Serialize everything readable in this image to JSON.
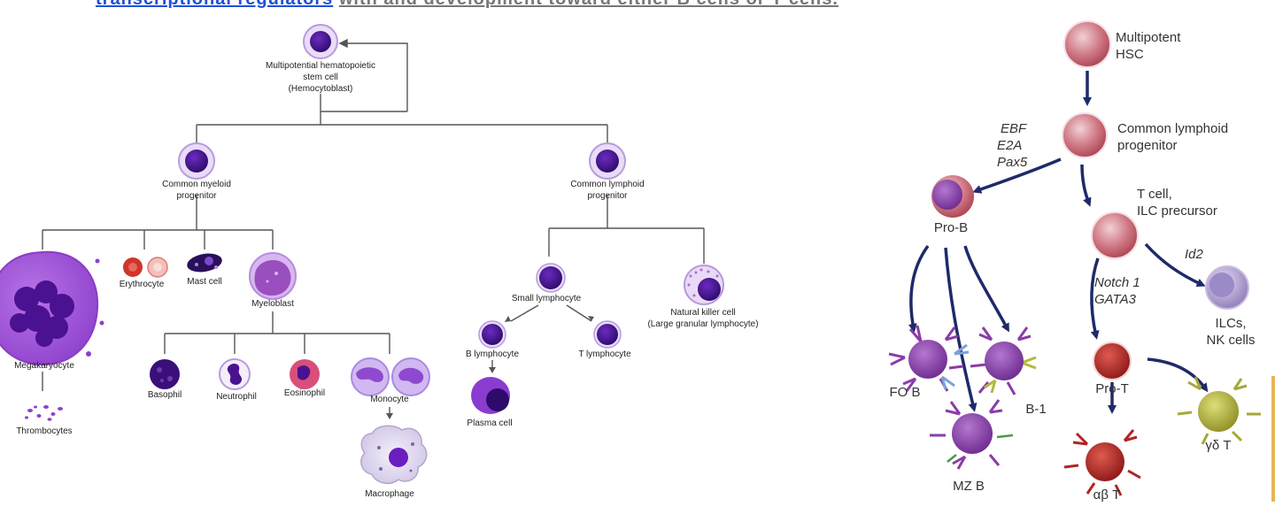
{
  "header": {
    "link_text": "transcriptional regulators",
    "rest_text": "with and  development toward either B cells or T cells."
  },
  "left_diagram": {
    "hsc": [
      "Multipotential hematopoietic",
      "stem cell",
      "(Hemocytoblast)"
    ],
    "cmp": [
      "Common myeloid",
      "progenitor"
    ],
    "clp": [
      "Common lymphoid",
      "progenitor"
    ],
    "megakaryocyte": "Megakaryocyte",
    "thrombocytes": "Thrombocytes",
    "erythrocyte": "Erythrocyte",
    "mast_cell": "Mast cell",
    "myeloblast": "Myeloblast",
    "basophil": "Basophil",
    "neutrophil": "Neutrophil",
    "eosinophil": "Eosinophil",
    "monocyte": "Monocyte",
    "macrophage": "Macrophage",
    "small_lymphocyte": "Small lymphocyte",
    "nk_cell": [
      "Natural killer cell",
      "(Large granular lymphocyte)"
    ],
    "b_lymphocyte": "B lymphocyte",
    "t_lymphocyte": "T lymphocyte",
    "plasma_cell": "Plasma cell"
  },
  "right_diagram": {
    "hsc": [
      "Multipotent",
      "HSC"
    ],
    "clp": [
      "Common lymphoid",
      "progenitor"
    ],
    "b_factors": [
      "EBF",
      "E2A",
      "Pax5"
    ],
    "pro_b": "Pro-B",
    "t_ilc": [
      "T cell,",
      "ILC precursor"
    ],
    "id2": "Id2",
    "t_factors": [
      "Notch 1",
      "GATA3"
    ],
    "ilcs": [
      "ILCs,",
      "NK cells"
    ],
    "fo_b": "FO B",
    "b1": "B-1",
    "mz_b": "MZ B",
    "pro_t": "Pro-T",
    "ab_t": "αβ T",
    "gd_t": "γδ T"
  },
  "colors": {
    "lineage_purple": "#4a0c8c",
    "lineage_outline": "#b89adf",
    "arrow_navy": "#1e2a6a",
    "progenitor_pink": "#c86a78",
    "pro_t_red": "#b02424",
    "gd_t_yellow": "#a6a83a"
  }
}
